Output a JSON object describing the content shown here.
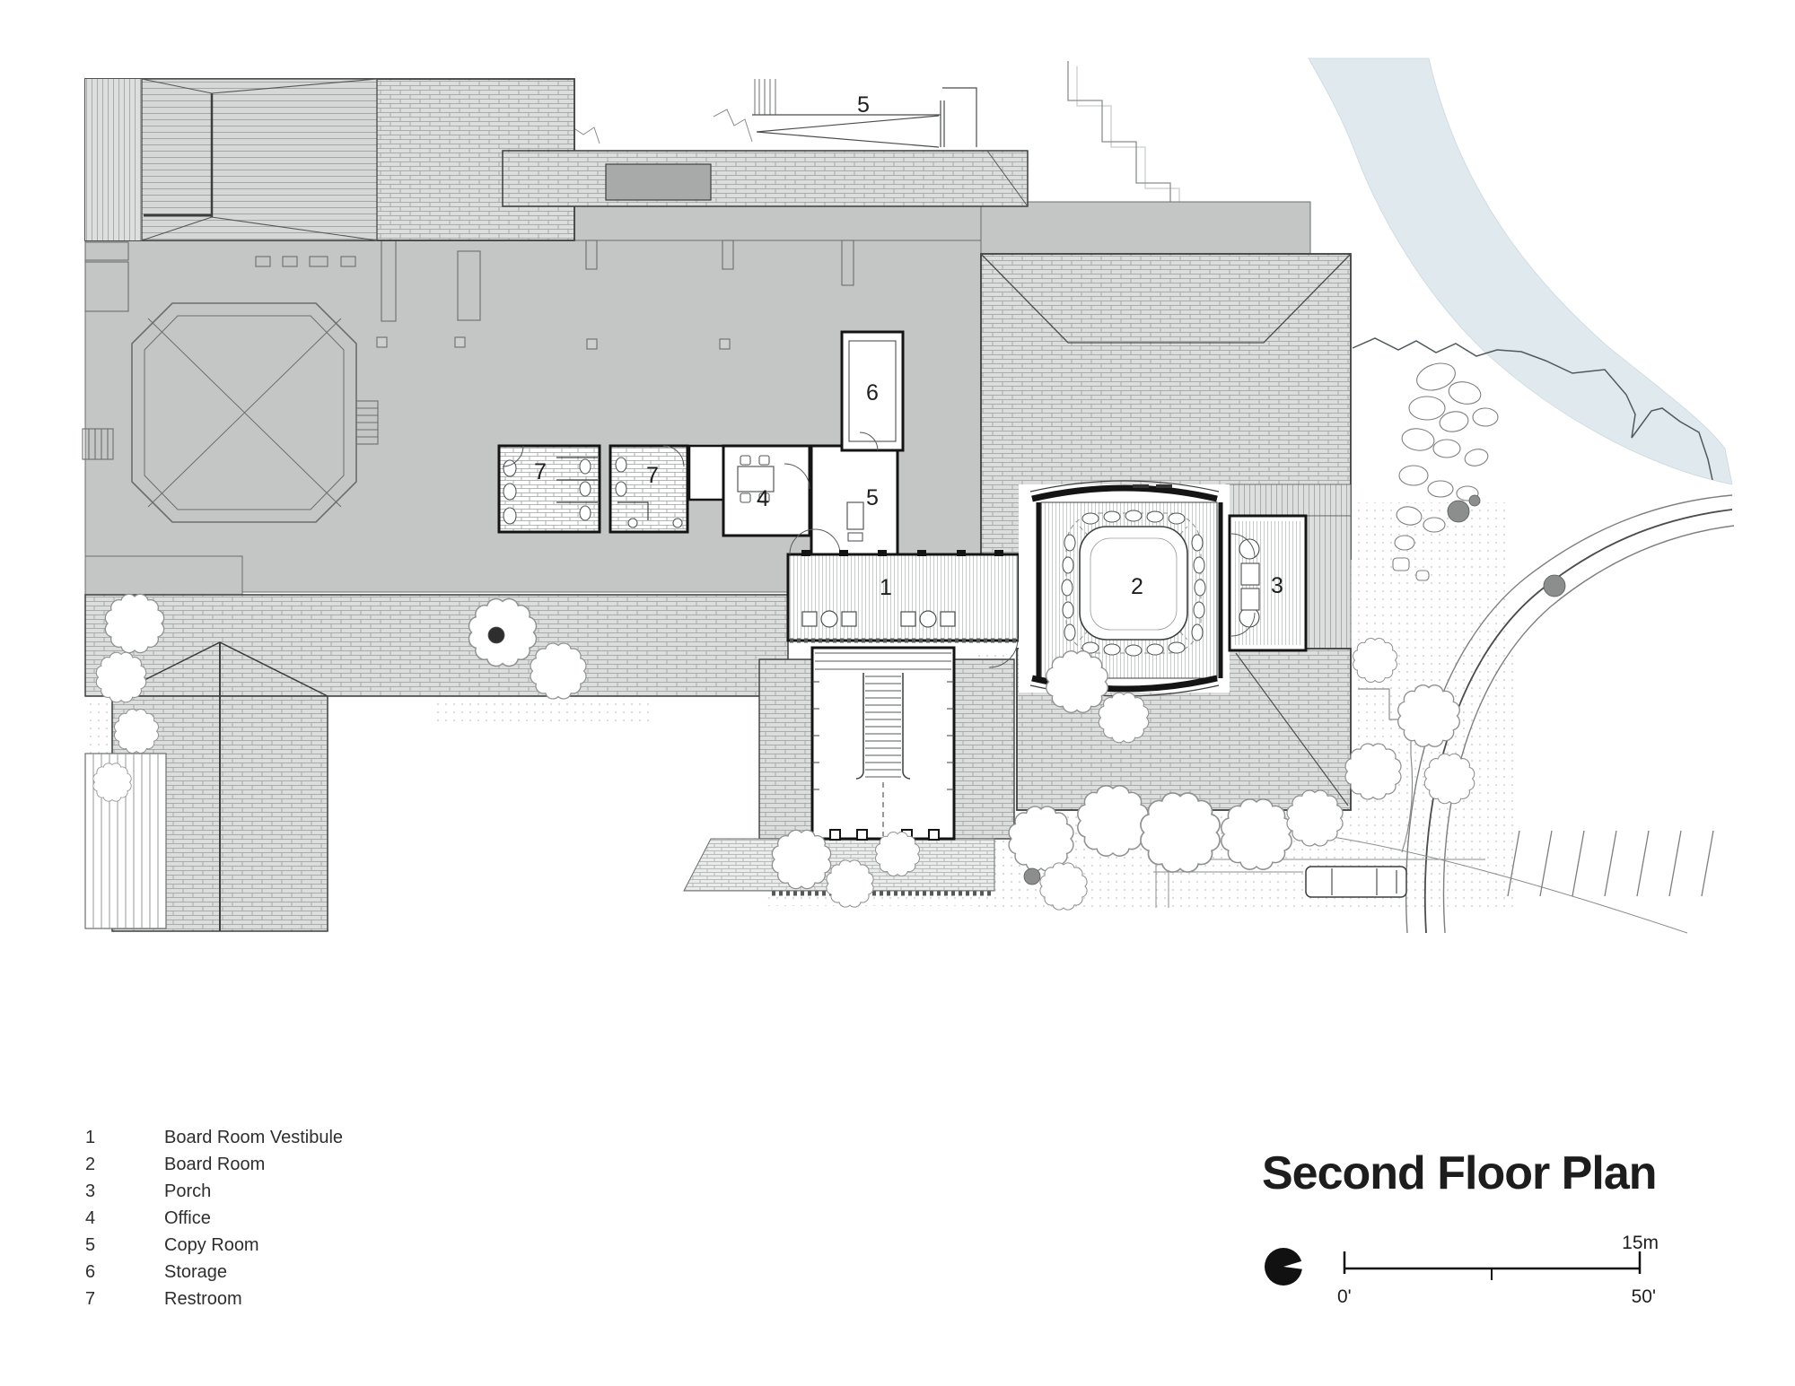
{
  "title": "Second Floor Plan",
  "legend": {
    "items": [
      {
        "num": "1",
        "label": "Board Room Vestibule"
      },
      {
        "num": "2",
        "label": "Board Room"
      },
      {
        "num": "3",
        "label": "Porch"
      },
      {
        "num": "4",
        "label": "Office"
      },
      {
        "num": "5",
        "label": "Copy Room"
      },
      {
        "num": "6",
        "label": "Storage"
      },
      {
        "num": "7",
        "label": "Restroom"
      }
    ]
  },
  "plan_labels": [
    {
      "room": "copy-room-upper",
      "num": "5"
    },
    {
      "room": "storage",
      "num": "6"
    },
    {
      "room": "restroom-left",
      "num": "7"
    },
    {
      "room": "restroom-right",
      "num": "7"
    },
    {
      "room": "office",
      "num": "4"
    },
    {
      "room": "copy-room",
      "num": "5"
    },
    {
      "room": "board-room-vestibule",
      "num": "1"
    },
    {
      "room": "board-room",
      "num": "2"
    },
    {
      "room": "porch",
      "num": "3"
    }
  ],
  "scale_bar": {
    "start_label": "0'",
    "end_label": "50'",
    "metric_label": "15m"
  },
  "colors": {
    "water": "#dfe9ee",
    "terrace_gray": "#c3c6c5",
    "roof_base": "#dcdedd",
    "line_dark": "#3c3f3e",
    "wall_black": "#141414"
  }
}
